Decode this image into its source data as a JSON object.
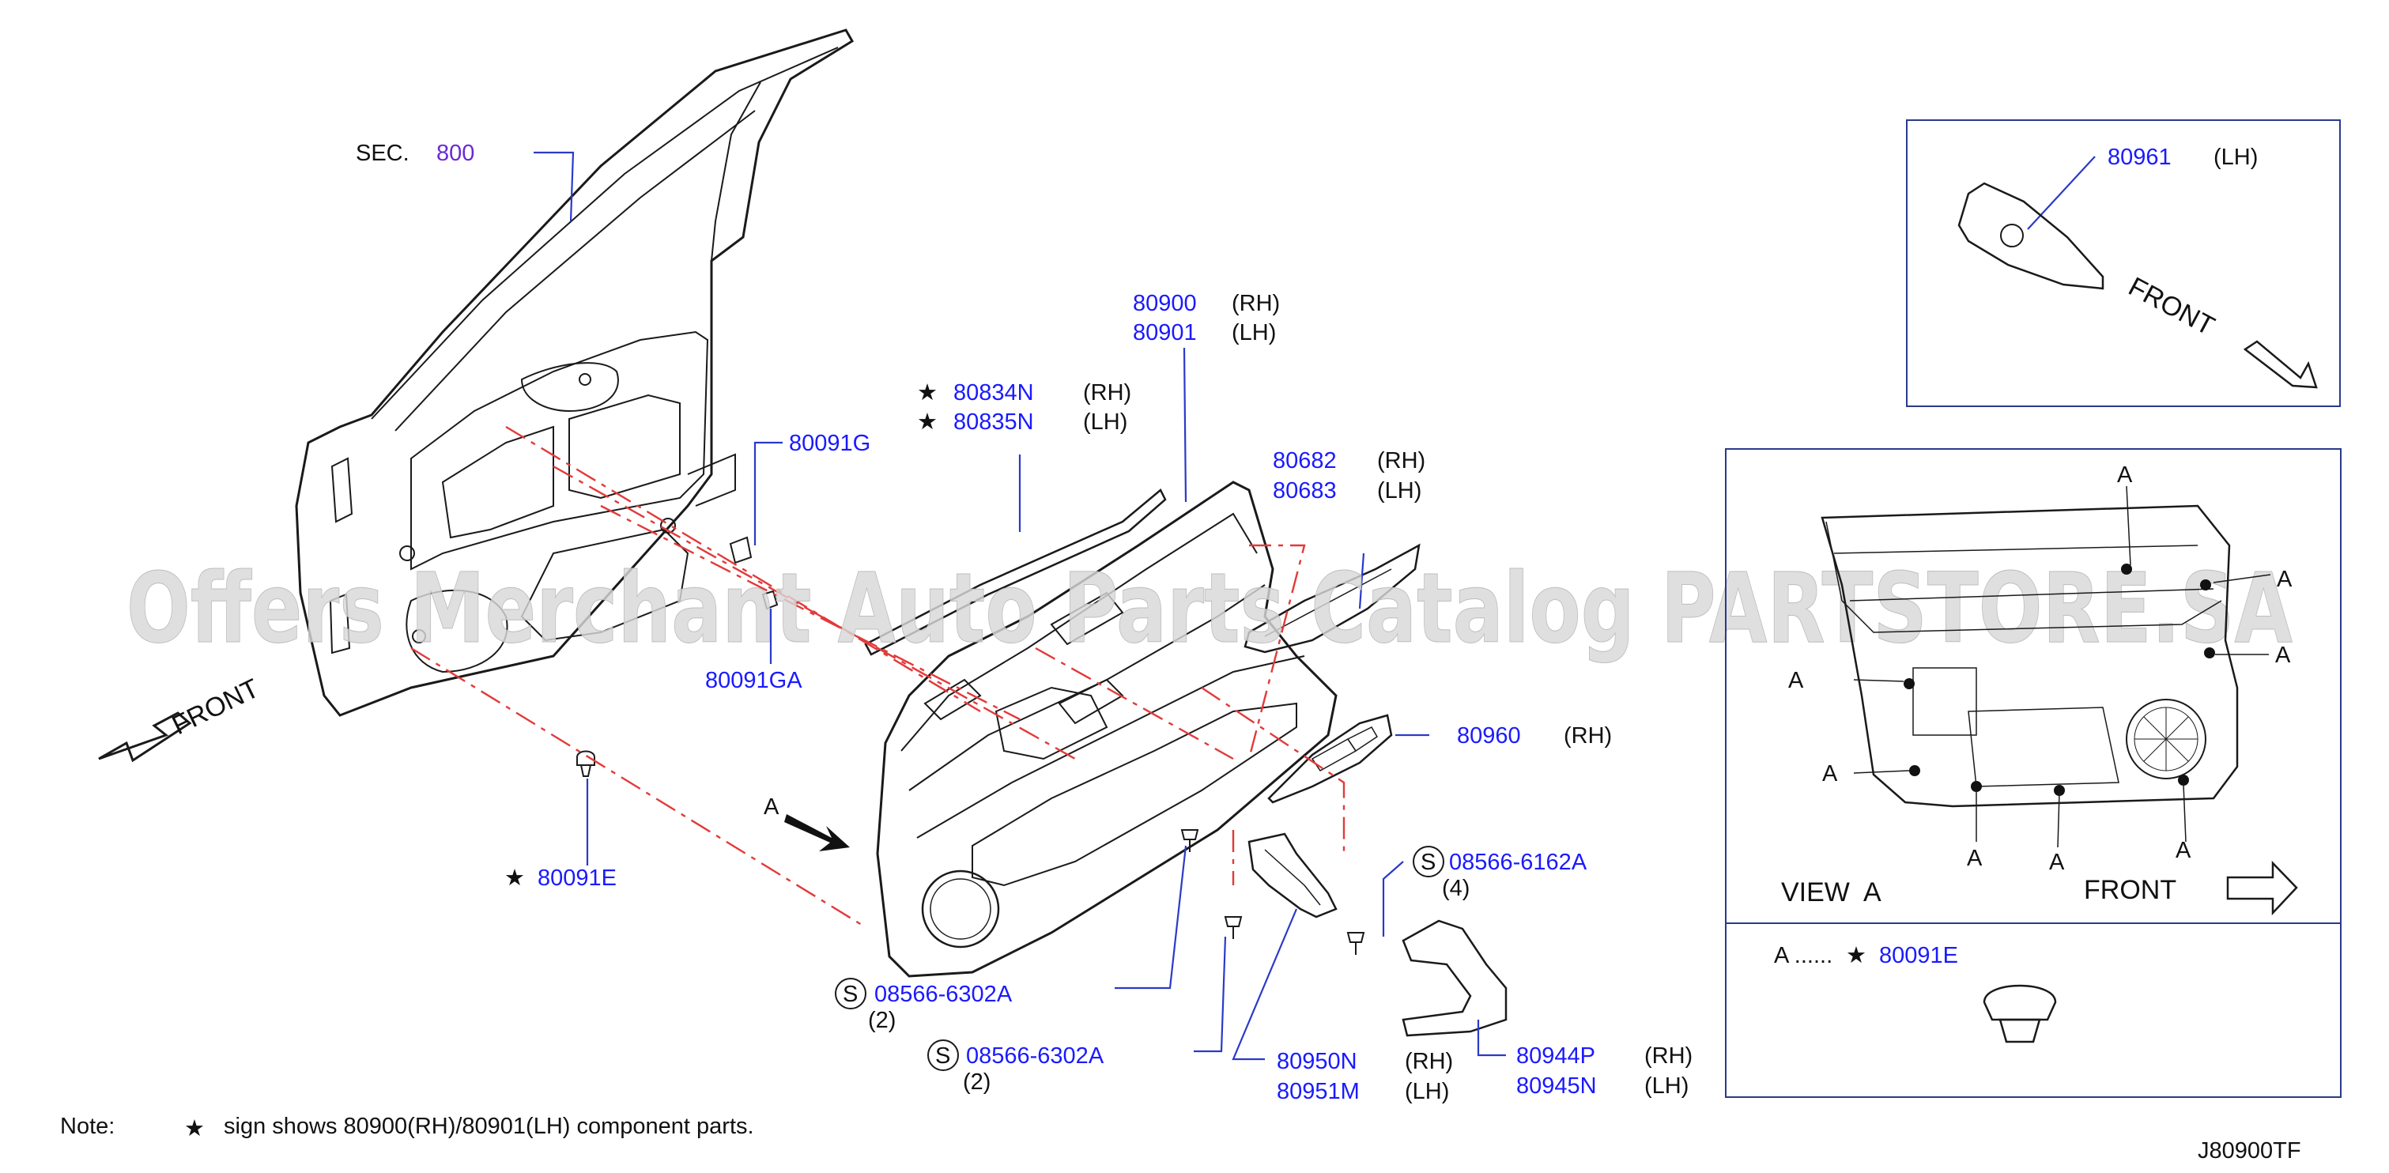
{
  "watermark": "Offers Merchant Auto Parts Catalog PARTSTORE.SA",
  "sec": {
    "prefix": "SEC.",
    "number": "800"
  },
  "front_label": "FRONT",
  "arrow_a": "A",
  "parts": {
    "p80900": "80900",
    "p80901": "80901",
    "p80834N": "80834N",
    "p80835N": "80835N",
    "p80091G": "80091G",
    "p80091GA": "80091GA",
    "p80682": "80682",
    "p80683": "80683",
    "p80960": "80960",
    "p80091E": "80091E",
    "p08566_6162A": "08566-6162A",
    "p08566_6302A_1": "08566-6302A",
    "p08566_6302A_2": "08566-6302A",
    "p80950N": "80950N",
    "p80951M": "80951M",
    "p80944P": "80944P",
    "p80945N": "80945N",
    "p80961": "80961"
  },
  "side": {
    "rh": "(RH)",
    "lh": "(LH)"
  },
  "qty": {
    "q4": "(4)",
    "q2a": "(2)",
    "q2b": "(2)"
  },
  "screw_symbol": "S",
  "star": "★",
  "inset_top": {
    "part": "80961",
    "side": "(LH)",
    "front": "FRONT"
  },
  "inset_view": {
    "a": "A",
    "view": "VIEW",
    "view_a": "A",
    "front": "FRONT"
  },
  "inset_legend": {
    "prefix": "A ......",
    "part": "80091E"
  },
  "note": {
    "label": "Note:",
    "text": "sign   shows   80900(RH)/80901(LH)   component   parts."
  },
  "diagram_code": "J80900TF"
}
